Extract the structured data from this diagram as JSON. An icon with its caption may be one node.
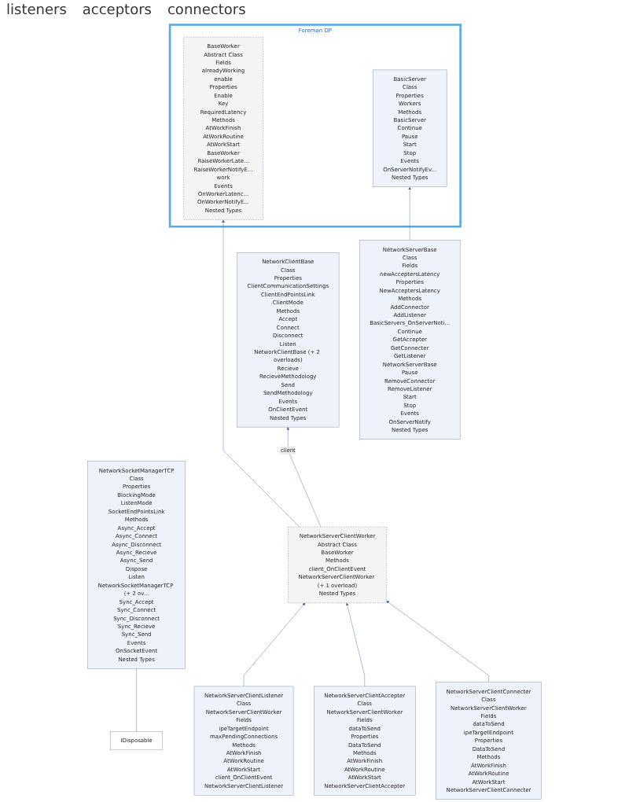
{
  "diagram": {
    "nodes": [
      {
        "text": [
          "IDisposable"
        ]
      },
      {
        "text": [
          "NetworkSocketManagerTCP",
          "Class",
          "Properties",
          "BlockingMode",
          "ListenMode",
          "SocketEndPointsLink",
          "Methods",
          "Async_Accept",
          "Async_Connect",
          "Async_Disconnect",
          "Async_Recieve",
          "Async_Send",
          "Dispose",
          "Listen",
          "NetworkSocketManagerTCP (+ 2 ov...",
          "Sync_Accept",
          "Sync_Connect",
          "Sync_Disconnect",
          "Sync_Recieve",
          "Sync_Send",
          "Events",
          "OnSocketEvent",
          "Nested Types"
        ]
      },
      {
        "text": [
          "Foreman DP"
        ]
      },
      {
        "text": [
          "BaseWorker",
          "Abstract Class",
          "Fields",
          "alreadyWorking",
          "enable",
          "Properties",
          "Enable",
          "Key",
          "RequiredLatency",
          "Methods",
          "AtWorkFinish",
          "AtWorkRoutine",
          "AtWorkStart",
          "BaseWorker",
          "RaiseWorkerLate...",
          "RaiseWorkerNotifyE...",
          "work",
          "Events",
          "OnWorkerLatenc...",
          "OnWorkerNotifyE...",
          "Nested Types"
        ],
        "in": 2
      },
      {
        "text": [
          "BasicServer",
          "Class",
          "Properties",
          "Workers",
          "Methods",
          "BasicServer",
          "Continue",
          "Pause",
          "Start",
          "Stop",
          "Events",
          "OnServerNotifyEv...",
          "Nested Types"
        ],
        "in": 2
      },
      {
        "text": [
          "NetworkServerBase",
          "Class",
          "Fields",
          "newAcceptersLatency",
          "Properties",
          "NewAcceptersLatency",
          "Methods",
          "AddConnector",
          "AddListener",
          "BasicServers_OnServerNoti...",
          "Continue",
          "GetAccepter",
          "GetConnecter",
          "GetListener",
          "NetworkServerBase",
          "Pause",
          "RemoveConnector",
          "RemoveListener",
          "Start",
          "Stop",
          "Events",
          "OnServerNotify",
          "Nested Types"
        ]
      },
      {
        "text": [
          "NetworkClientBase",
          "Class",
          "Properties",
          "ClientCommunicationSettings",
          "ClientEndPointsLink",
          "ClientMode",
          "Methods",
          "Accept",
          "Connect",
          "Disconnect",
          "Listen",
          "NetworkClientBase (+ 2 overloads)",
          "Recieve",
          "RecieveMethodology",
          "Send",
          "SendMethodology",
          "Events",
          "OnClientEvent",
          "Nested Types"
        ]
      },
      {
        "text": [
          "NetworkServerClientWorker",
          "Abstract Class",
          "BaseWorker",
          "Methods",
          "client_OnClientEvent",
          "NetworkServerClientWorker (+ 1 overload)",
          "Nested Types"
        ]
      },
      {
        "text": [
          "NetworkServerClientListener",
          "Class",
          "NetworkServerClientWorker",
          "Fields",
          "ipeTargetEndpoint",
          "maxPendingConnections",
          "Methods",
          "AtWorkFinish",
          "AtWorkRoutine",
          "AtWorkStart",
          "client_OnClientEvent",
          "NetworkServerClientListener"
        ]
      },
      {
        "text": [
          "NetworkServerClientAccepter",
          "Class",
          "NetworkServerClientWorker",
          "Fields",
          "dataToSend",
          "Properties",
          "DataToSend",
          "Methods",
          "AtWorkFinish",
          "AtWorkRoutine",
          "AtWorkStart",
          "NetworkServerClientAccepter"
        ]
      },
      {
        "text": [
          "NetworkServerClientConnecter",
          "Class",
          "NetworkServerClientWorker",
          "Fields",
          "dataToSend",
          "ipeTargetEndpoint",
          "Properties",
          "DataToSend",
          "Methods",
          "AtWorkFinish",
          "AtWorkRoutine",
          "AtWorkStart",
          "NetworkServerClientConnecter"
        ]
      }
    ],
    "edges": [
      {
        "from": 0,
        "to": 1,
        "arrow": "none"
      },
      {
        "from": 5,
        "to": 4,
        "arrow": "to"
      },
      {
        "from": 7,
        "to": 3,
        "arrow": "to"
      },
      {
        "from": 7,
        "to": 6,
        "arrow": "to",
        "label": "client"
      },
      {
        "from": 8,
        "to": 7,
        "arrow": "to"
      },
      {
        "from": 9,
        "to": 7,
        "arrow": "to"
      },
      {
        "from": 10,
        "to": 7,
        "arrow": "to"
      }
    ],
    "labels": [
      "listeners",
      "acceptors",
      "connectors"
    ]
  }
}
